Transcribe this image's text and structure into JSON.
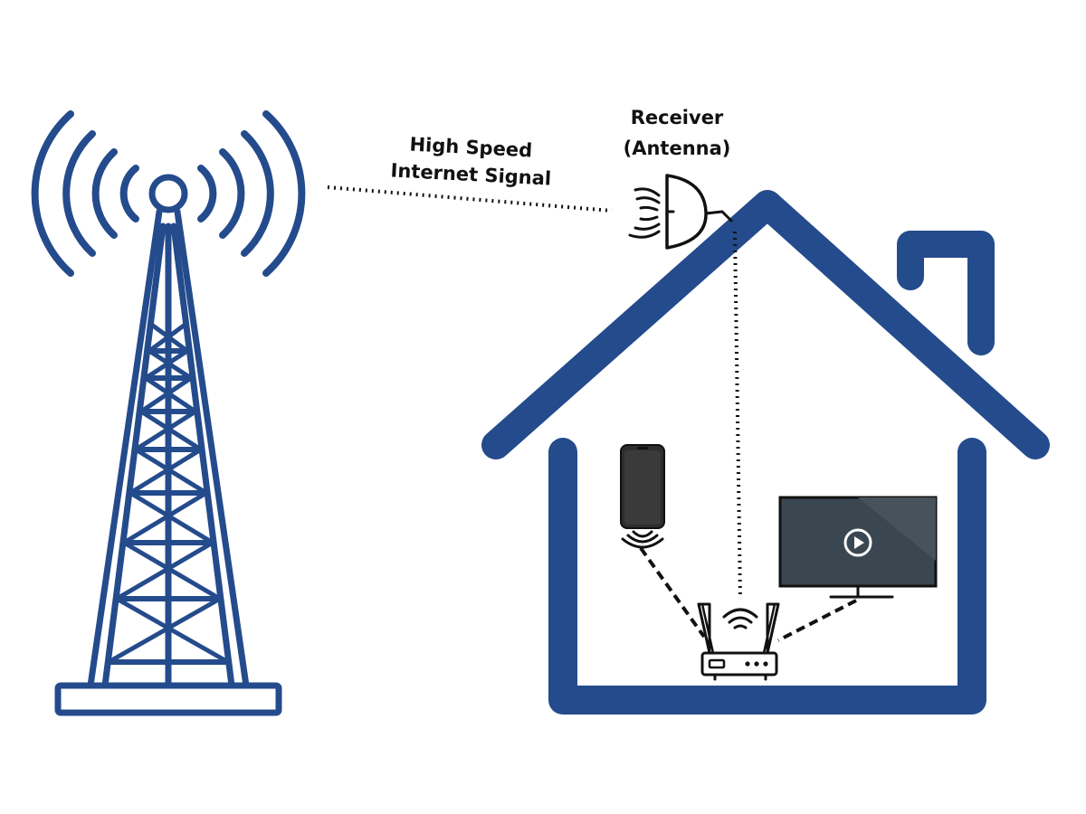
{
  "labels": {
    "signal_line1": "High Speed",
    "signal_line2": "Internet Signal",
    "receiver_line1": "Receiver",
    "receiver_line2": "(Antenna)"
  },
  "colors": {
    "primary_blue": "#244b8c",
    "line_black": "#111111",
    "screen_dark": "#3a4650",
    "background": "#ffffff"
  },
  "icons": [
    "cell-tower-icon",
    "receiver-dish-icon",
    "house-icon",
    "smartphone-icon",
    "wifi-router-icon",
    "television-icon",
    "play-icon"
  ]
}
